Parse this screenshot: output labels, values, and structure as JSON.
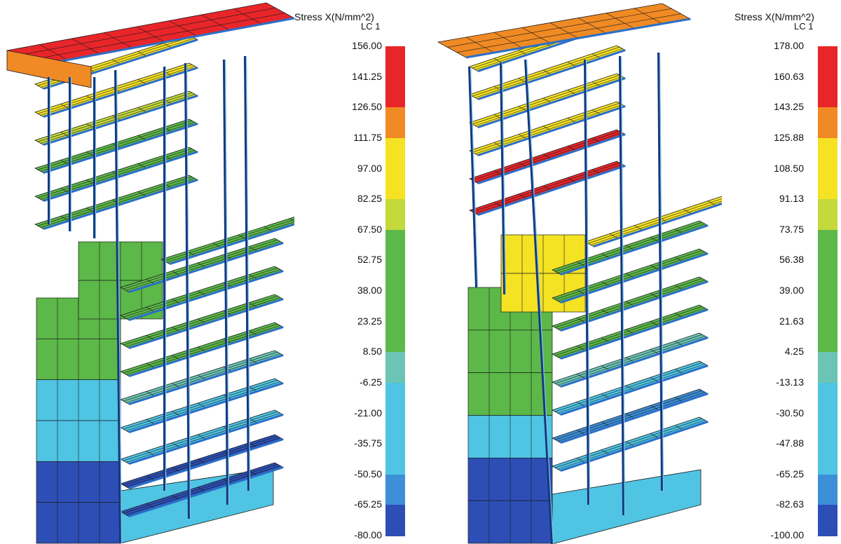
{
  "left_panel": {
    "legend": {
      "title": "Stress X(N/mm^2)",
      "case": "LC 1",
      "ticks": [
        "156.00",
        "141.25",
        "126.50",
        "111.75",
        "97.00",
        "82.25",
        "67.50",
        "52.75",
        "38.00",
        "23.25",
        "8.50",
        "-6.25",
        "-21.00",
        "-35.75",
        "-50.50",
        "-65.25",
        "-80.00"
      ],
      "colors": [
        "#e8262a",
        "#e8262a",
        "#f08a24",
        "#f5e223",
        "#f5e223",
        "#c4d93a",
        "#5cb848",
        "#5cb848",
        "#5cb848",
        "#5cb848",
        "#6cc5b4",
        "#4fc4e3",
        "#4fc4e3",
        "#4fc4e3",
        "#3d8fd8",
        "#2d4fb5"
      ]
    }
  },
  "right_panel": {
    "legend": {
      "title": "Stress X(N/mm^2)",
      "case": "LC 1",
      "ticks": [
        "178.00",
        "160.63",
        "143.25",
        "125.88",
        "108.50",
        "91.13",
        "73.75",
        "56.38",
        "39.00",
        "21.63",
        "4.25",
        "-13.13",
        "-30.50",
        "-47.88",
        "-65.25",
        "-82.63",
        "-100.00"
      ],
      "colors": [
        "#e8262a",
        "#e8262a",
        "#f08a24",
        "#f5e223",
        "#f5e223",
        "#c4d93a",
        "#5cb848",
        "#5cb848",
        "#5cb848",
        "#5cb848",
        "#6cc5b4",
        "#4fc4e3",
        "#4fc4e3",
        "#4fc4e3",
        "#3d8fd8",
        "#2d4fb5"
      ]
    }
  }
}
